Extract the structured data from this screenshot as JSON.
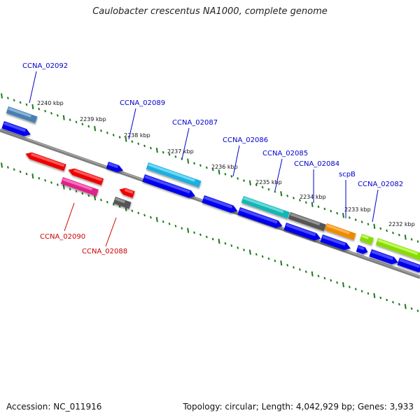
{
  "title": "Caulobacter crescentus NA1000, complete genome",
  "footer": {
    "accession": "Accession: NC_011916",
    "summary": "Topology: circular; Length: 4,042,929 bp; Genes: 3,933"
  },
  "colors": {
    "backbone": "#808080",
    "tick": "#1a7a1a",
    "label_top": "#0000cc",
    "label_bottom": "#cc0000",
    "kbp_text": "#111111"
  },
  "kbp_labels": [
    "2240 kbp",
    "2239 kbp",
    "2238 kbp",
    "2237 kbp",
    "2236 kbp",
    "2235 kbp",
    "2234 kbp",
    "2233 kbp",
    "2232 kbp"
  ],
  "gene_labels": [
    {
      "text": "CCNA_02092",
      "strand": "top"
    },
    {
      "text": "CCNA_02089",
      "strand": "top"
    },
    {
      "text": "CCNA_02087",
      "strand": "top"
    },
    {
      "text": "CCNA_02086",
      "strand": "top"
    },
    {
      "text": "CCNA_02085",
      "strand": "top"
    },
    {
      "text": "CCNA_02084",
      "strand": "top"
    },
    {
      "text": "scpB",
      "strand": "top"
    },
    {
      "text": "CCNA_02082",
      "strand": "top"
    },
    {
      "text": "CCNA_02090",
      "strand": "bottom"
    },
    {
      "text": "CCNA_02088",
      "strand": "bottom"
    }
  ],
  "features": [
    {
      "name": "feature-steelblue",
      "color": "#4a7fb0",
      "highlight": "#9ec3e6"
    },
    {
      "name": "feature-blue-1",
      "color": "#0000ee",
      "highlight": "#6666ff"
    },
    {
      "name": "feature-red-1",
      "color": "#ee0000",
      "highlight": "#ff7777"
    },
    {
      "name": "feature-red-2",
      "color": "#ee0000",
      "highlight": "#ff7777"
    },
    {
      "name": "feature-magenta",
      "color": "#e0208a",
      "highlight": "#ff8ccf"
    },
    {
      "name": "feature-blue-2",
      "color": "#0000ee",
      "highlight": "#6666ff"
    },
    {
      "name": "feature-red-3",
      "color": "#ee0000",
      "highlight": "#ff7777"
    },
    {
      "name": "feature-gray-1",
      "color": "#555555",
      "highlight": "#aaaaaa"
    },
    {
      "name": "feature-cyan-1",
      "color": "#1ab0e0",
      "highlight": "#8ee6ff"
    },
    {
      "name": "feature-blue-3",
      "color": "#0000ee",
      "highlight": "#6666ff"
    },
    {
      "name": "feature-blue-4",
      "color": "#0000ee",
      "highlight": "#6666ff"
    },
    {
      "name": "feature-teal",
      "color": "#18b5b5",
      "highlight": "#80e6e6"
    },
    {
      "name": "feature-blue-5",
      "color": "#0000ee",
      "highlight": "#6666ff"
    },
    {
      "name": "feature-gray-2",
      "color": "#555555",
      "highlight": "#aaaaaa"
    },
    {
      "name": "feature-blue-6",
      "color": "#0000ee",
      "highlight": "#6666ff"
    },
    {
      "name": "feature-orange",
      "color": "#ee8a00",
      "highlight": "#ffc266"
    },
    {
      "name": "feature-blue-7",
      "color": "#0000ee",
      "highlight": "#6666ff"
    },
    {
      "name": "feature-blue-8",
      "color": "#0000ee",
      "highlight": "#6666ff"
    },
    {
      "name": "feature-lime-1",
      "color": "#88dd00",
      "highlight": "#d4ff80"
    },
    {
      "name": "feature-lime-2",
      "color": "#88dd00",
      "highlight": "#d4ff80"
    },
    {
      "name": "feature-blue-9",
      "color": "#0000ee",
      "highlight": "#6666ff"
    },
    {
      "name": "feature-blue-10",
      "color": "#0000ee",
      "highlight": "#6666ff"
    }
  ]
}
